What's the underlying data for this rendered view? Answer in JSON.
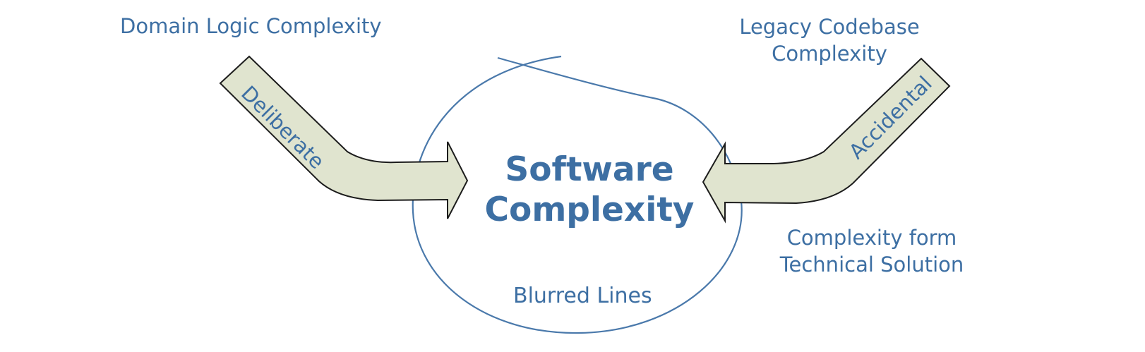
{
  "diagram": {
    "title_line1": "Software",
    "title_line2": "Complexity",
    "top_left_label": "Domain Logic Complexity",
    "top_right_label_line1": "Legacy Codebase",
    "top_right_label_line2": "Complexity",
    "bottom_right_label_line1": "Complexity form",
    "bottom_right_label_line2": "Technical Solution",
    "bottom_label": "Blurred Lines",
    "left_arrow_label": "Deliberate",
    "right_arrow_label": "Accidental"
  },
  "colors": {
    "text": "#3d6fa3",
    "circle_stroke": "#4a79ab",
    "arrow_fill": "#e0e4cf",
    "arrow_stroke": "#1c1c1c"
  }
}
